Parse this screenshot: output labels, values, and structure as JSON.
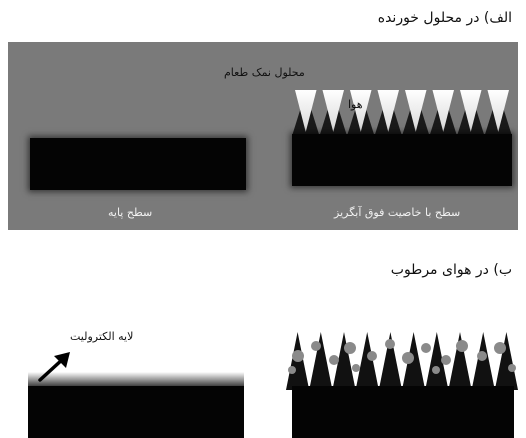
{
  "heading_a": "الف) در محلول خورنده",
  "heading_b": "ب) در هوای مرطوب",
  "panel_a": {
    "solution_label": "محلول نمک طعام",
    "air_label": "هوا",
    "base_surface_label": "سطح پایه",
    "superhydrophobic_surface_label": "سطح با خاصیت فوق آبگریز"
  },
  "panel_b": {
    "electrolyte_label": "لایه الکترولیت"
  },
  "colors": {
    "panel_background": "#7a7a7a",
    "substrate": "#040404",
    "spike_light": "#f2f2f2",
    "droplet": "#8a8a8a"
  }
}
